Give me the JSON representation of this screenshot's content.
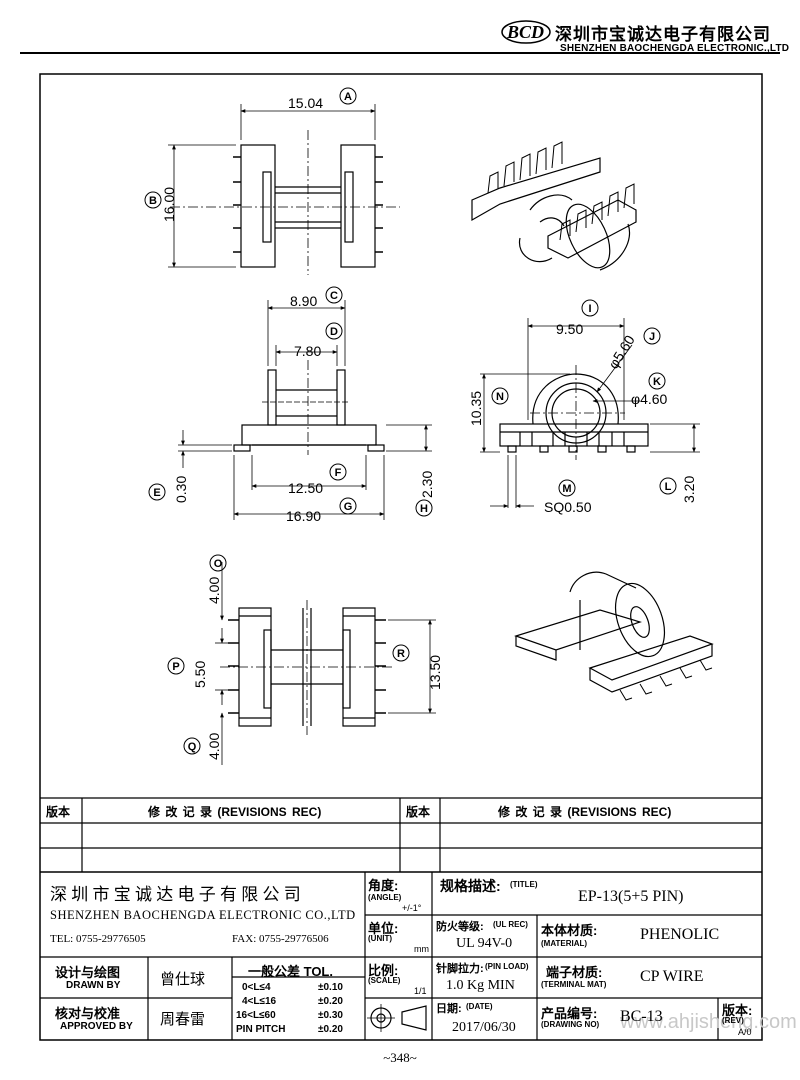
{
  "header": {
    "logo": "BCD",
    "company_cn": "深圳市宝诚达电子有限公司",
    "company_en": "SHENZHEN BAOCHENGDA ELECTRONIC.,LTD"
  },
  "dims": {
    "A": {
      "tag": "A",
      "value": "15.04"
    },
    "B": {
      "tag": "B",
      "value": "16.00"
    },
    "C": {
      "tag": "C",
      "value": "8.90"
    },
    "D": {
      "tag": "D",
      "value": "7.80"
    },
    "E": {
      "tag": "E",
      "value": "0.30"
    },
    "F": {
      "tag": "F",
      "value": "12.50"
    },
    "G": {
      "tag": "G",
      "value": "16.90"
    },
    "H": {
      "tag": "H",
      "value": "2.30"
    },
    "I": {
      "tag": "I",
      "value": "9.50"
    },
    "J": {
      "tag": "J",
      "value": "φ5.60"
    },
    "K": {
      "tag": "K",
      "value": "φ4.60"
    },
    "L": {
      "tag": "L",
      "value": "3.20"
    },
    "M": {
      "tag": "M",
      "value": "SQ0.50"
    },
    "N": {
      "tag": "N",
      "value": "10.35"
    },
    "O": {
      "tag": "O",
      "value": "4.00"
    },
    "P": {
      "tag": "P",
      "value": "5.50"
    },
    "Q": {
      "tag": "Q",
      "value": "4.00"
    },
    "R": {
      "tag": "R",
      "value": "13.50"
    }
  },
  "revisions": {
    "version_label": "版本",
    "record_label": "修 改 记 录 (REVISIONS REC)"
  },
  "titleblock": {
    "company_cn": "深 圳 市 宝 诚 达 电 子 有 限 公 司",
    "company_en": "SHENZHEN BAOCHENGDA ELECTRONIC CO.,LTD",
    "tel": "TEL: 0755-29776505",
    "fax": "FAX: 0755-29776506",
    "angle_cn": "角度:",
    "angle_en": "(ANGLE)",
    "angle_val": "+/-1°",
    "unit_cn": "单位:",
    "unit_en": "(UNIT)",
    "unit_val": "mm",
    "scale_cn": "比例:",
    "scale_en": "(SCALE)",
    "scale_val": "1/1",
    "title_cn": "规格描述:",
    "title_en": "(TITLE)",
    "title_val": "EP-13(5+5 PIN)",
    "flame_cn": "防火等级:",
    "flame_en": "(UL REC)",
    "flame_val": "UL 94V-0",
    "material_cn": "本体材质:",
    "material_en": "(MATERIAL)",
    "material_val": "PHENOLIC",
    "pinload_cn": "针脚拉力:",
    "pinload_en": "(PIN LOAD)",
    "pinload_val": "1.0 Kg MIN",
    "terminal_cn": "端子材质:",
    "terminal_en": "(TERMINAL MAT)",
    "terminal_val": "CP WIRE",
    "drawn_cn": "设计与绘图",
    "drawn_en": "DRAWN BY",
    "drawn_val": "曾仕球",
    "approved_cn": "核对与校准",
    "approved_en": "APPROVED BY",
    "approved_val": "周春雷",
    "tol_title": "一般公差 TOL.",
    "tol_rows": [
      {
        "range": "0<L≤4",
        "tol": "±0.10"
      },
      {
        "range": "4<L≤16",
        "tol": "±0.20"
      },
      {
        "range": "16<L≤60",
        "tol": "±0.30"
      },
      {
        "range": "PIN PITCH",
        "tol": "±0.20"
      }
    ],
    "date_cn": "日期:",
    "date_en": "(DATE)",
    "date_val": "2017/06/30",
    "drawing_cn": "产品编号:",
    "drawing_en": "(DRAWING NO)",
    "drawing_val": "BC-13",
    "rev_cn": "版本:",
    "rev_en": "(REV)",
    "rev_val": "A/0"
  },
  "watermark": "www.ahjisheng.com",
  "page_number": "~348~"
}
